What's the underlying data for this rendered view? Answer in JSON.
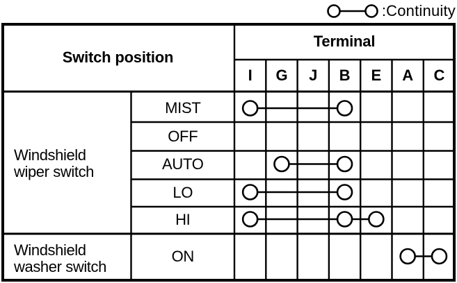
{
  "colors": {
    "ink": "#000000",
    "background": "#ffffff"
  },
  "legend": {
    "label": ":Continuity"
  },
  "table": {
    "header": {
      "switch_position": "Switch position",
      "terminal": "Terminal"
    },
    "terminals": [
      "I",
      "G",
      "J",
      "B",
      "E",
      "A",
      "C"
    ],
    "groups": [
      {
        "line1": "Windshield",
        "line2": "wiper switch",
        "positions": [
          "MIST",
          "OFF",
          "AUTO",
          "LO",
          "HI"
        ]
      },
      {
        "line1": "Windshield",
        "line2": "washer switch",
        "positions": [
          "ON"
        ]
      }
    ],
    "rows": [
      {
        "position": "MIST",
        "continuity": [
          "I",
          "B"
        ]
      },
      {
        "position": "OFF",
        "continuity": []
      },
      {
        "position": "AUTO",
        "continuity": [
          "G",
          "B"
        ]
      },
      {
        "position": "LO",
        "continuity": [
          "I",
          "B"
        ]
      },
      {
        "position": "HI",
        "continuity": [
          "I",
          "B",
          "E"
        ]
      },
      {
        "position": "ON",
        "continuity": [
          "A",
          "C"
        ]
      }
    ]
  }
}
